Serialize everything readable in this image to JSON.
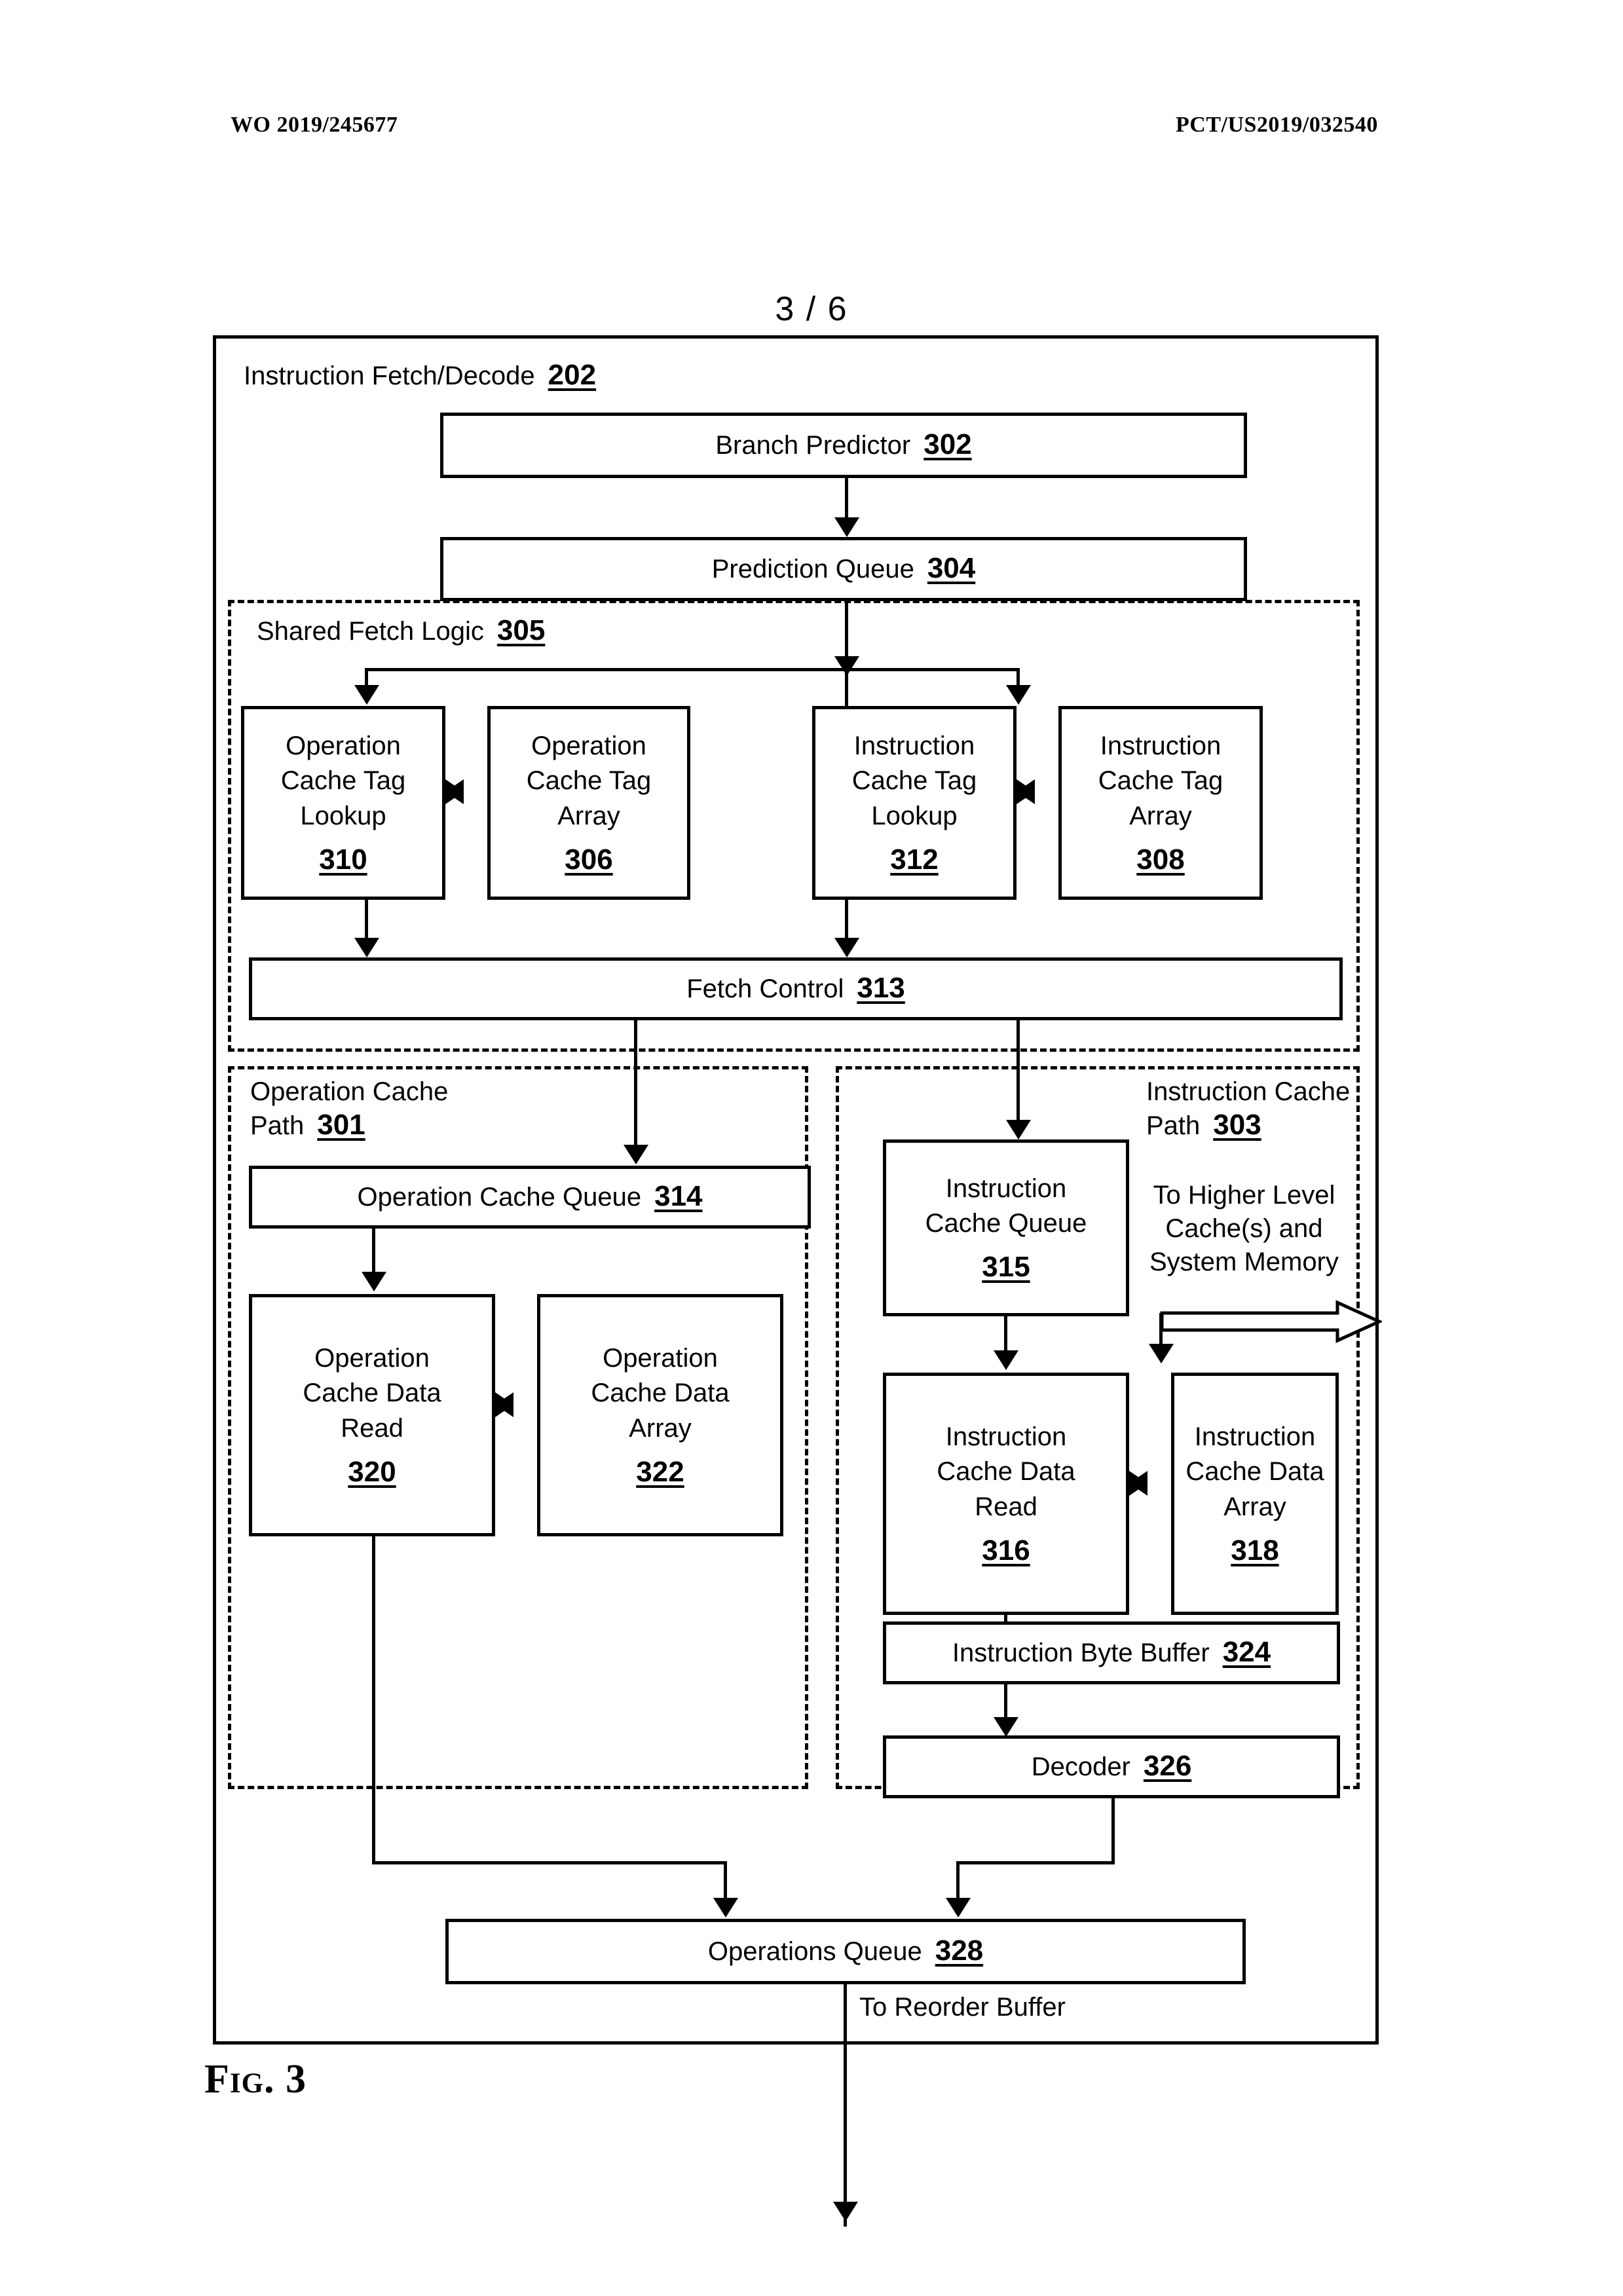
{
  "header": {
    "left": "WO 2019/245677",
    "right": "PCT/US2019/032540"
  },
  "page_number": "3 / 6",
  "figure_caption": "Fig. 3",
  "diagram": {
    "outer": {
      "title": "Instruction Fetch/Decode",
      "ref": "202"
    },
    "blocks": {
      "branch_predictor": {
        "title": "Branch Predictor",
        "ref": "302"
      },
      "prediction_queue": {
        "title": "Prediction Queue",
        "ref": "304"
      },
      "shared_fetch_logic": {
        "title": "Shared Fetch Logic",
        "ref": "305"
      },
      "op_cache_tag_lookup": {
        "title": "Operation\nCache Tag\nLookup",
        "line1": "Operation",
        "line2": "Cache Tag",
        "line3": "Lookup",
        "ref": "310"
      },
      "op_cache_tag_array": {
        "line1": "Operation",
        "line2": "Cache Tag",
        "line3": "Array",
        "ref": "306"
      },
      "inst_cache_tag_lookup": {
        "line1": "Instruction",
        "line2": "Cache Tag",
        "line3": "Lookup",
        "ref": "312"
      },
      "inst_cache_tag_array": {
        "line1": "Instruction",
        "line2": "Cache Tag",
        "line3": "Array",
        "ref": "308"
      },
      "fetch_control": {
        "title": "Fetch Control",
        "ref": "313"
      },
      "op_cache_path": {
        "line1": "Operation Cache",
        "line2": "Path",
        "ref": "301"
      },
      "inst_cache_path": {
        "line1": "Instruction Cache",
        "line2": "Path",
        "ref": "303"
      },
      "op_cache_queue": {
        "title": "Operation Cache Queue",
        "ref": "314"
      },
      "inst_cache_queue": {
        "line1": "Instruction",
        "line2": "Cache Queue",
        "ref": "315"
      },
      "higher_level_note": {
        "line1": "To Higher Level",
        "line2": "Cache(s) and",
        "line3": "System Memory"
      },
      "op_cache_data_read": {
        "line1": "Operation",
        "line2": "Cache Data",
        "line3": "Read",
        "ref": "320"
      },
      "op_cache_data_array": {
        "line1": "Operation",
        "line2": "Cache Data",
        "line3": "Array",
        "ref": "322"
      },
      "inst_cache_data_read": {
        "line1": "Instruction",
        "line2": "Cache Data",
        "line3": "Read",
        "ref": "316"
      },
      "inst_cache_data_array": {
        "line1": "Instruction",
        "line2": "Cache Data",
        "line3": "Array",
        "ref": "318"
      },
      "inst_byte_buffer": {
        "title": "Instruction Byte Buffer",
        "ref": "324"
      },
      "decoder": {
        "title": "Decoder",
        "ref": "326"
      },
      "operations_queue": {
        "title": "Operations Queue",
        "ref": "328"
      },
      "reorder_note": {
        "title": "To Reorder Buffer"
      }
    }
  },
  "colors": {
    "ink": "#000000",
    "paper": "#ffffff"
  }
}
